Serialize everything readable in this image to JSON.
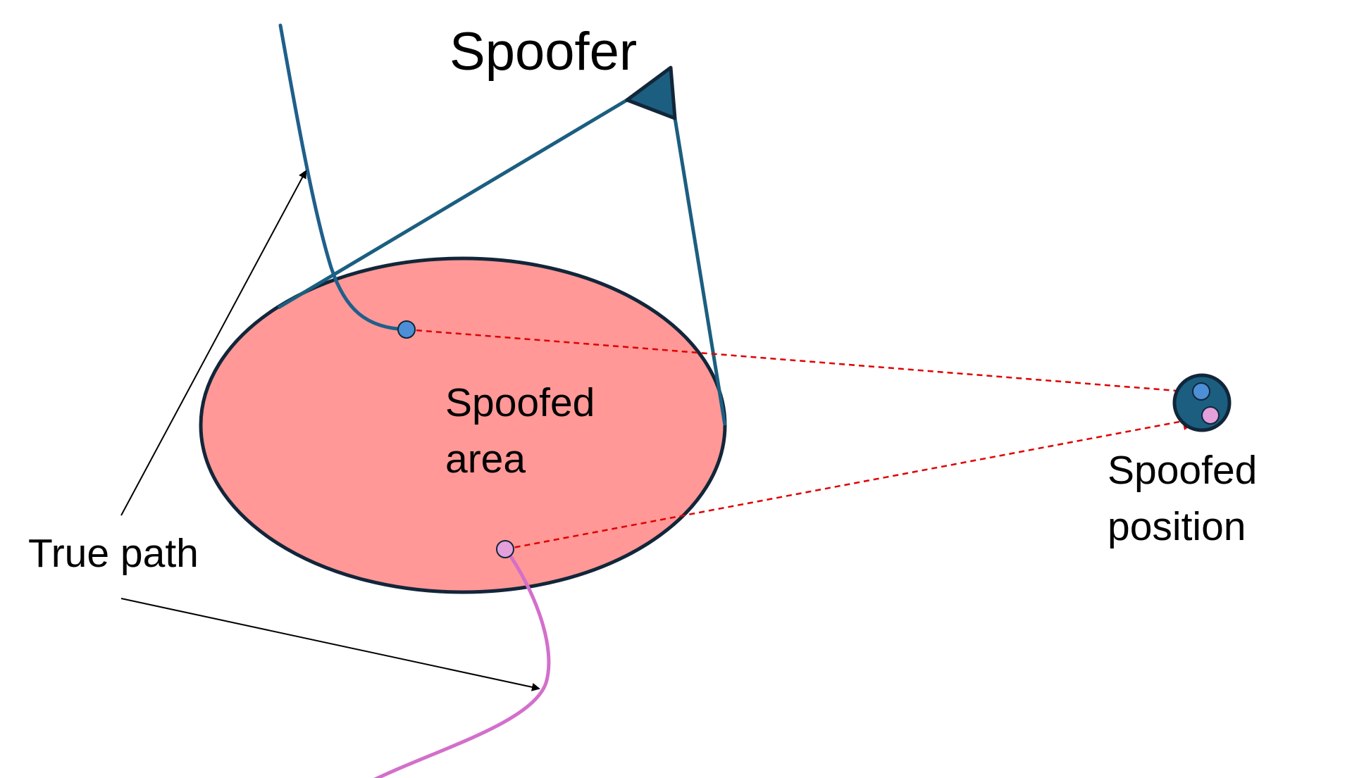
{
  "labels": {
    "spoofer": "Spoofer",
    "spoofed_area_line1": "Spoofed",
    "spoofed_area_line2": "area",
    "spoofed_position_line1": "Spoofed",
    "spoofed_position_line2": "position",
    "true_path": "True path"
  },
  "colors": {
    "spoofed_area_fill": "#FF9896",
    "outline_dark": "#12263A",
    "spoofer_fill": "#1B5E80",
    "true_path_blue": "#1F5F8B",
    "true_path_pink": "#D36FCB",
    "point_blue": "#4C8FD6",
    "point_pink": "#E3A0DB",
    "spoof_arrow_red": "#E00000",
    "annotation_black": "#000000",
    "spoofed_position_disc": "#1B5E80"
  },
  "icons": {
    "spoofer": "triangle-transmitter-icon"
  }
}
